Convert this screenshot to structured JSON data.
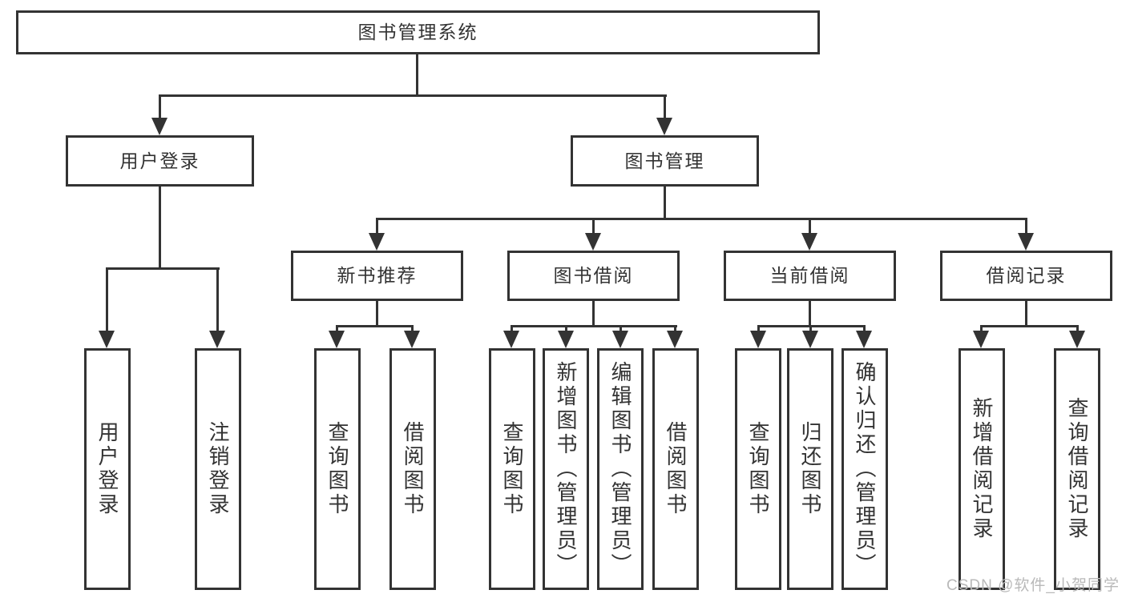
{
  "diagram": {
    "root": {
      "label": "图书管理系统"
    },
    "user_login": {
      "label": "用户登录",
      "children": [
        {
          "label": "用户登录"
        },
        {
          "label": "注销登录"
        }
      ]
    },
    "book_management": {
      "label": "图书管理",
      "children": [
        {
          "label": "新书推荐",
          "children": [
            {
              "label": "查询图书"
            },
            {
              "label": "借阅图书"
            }
          ]
        },
        {
          "label": "图书借阅",
          "children": [
            {
              "label": "查询图书"
            },
            {
              "label": "新增图书（管理员）"
            },
            {
              "label": "编辑图书（管理员）"
            },
            {
              "label": "借阅图书"
            }
          ]
        },
        {
          "label": "当前借阅",
          "children": [
            {
              "label": "查询图书"
            },
            {
              "label": "归还图书"
            },
            {
              "label": "确认归还（管理员）"
            }
          ]
        },
        {
          "label": "借阅记录",
          "children": [
            {
              "label": "新增借阅记录"
            },
            {
              "label": "查询借阅记录"
            }
          ]
        }
      ]
    }
  },
  "watermark": {
    "text": "CSDN @软件_小贺同学"
  },
  "colors": {
    "line": "#333333",
    "text": "#333333",
    "background": "#ffffff",
    "watermark": "#b9b9b9"
  }
}
